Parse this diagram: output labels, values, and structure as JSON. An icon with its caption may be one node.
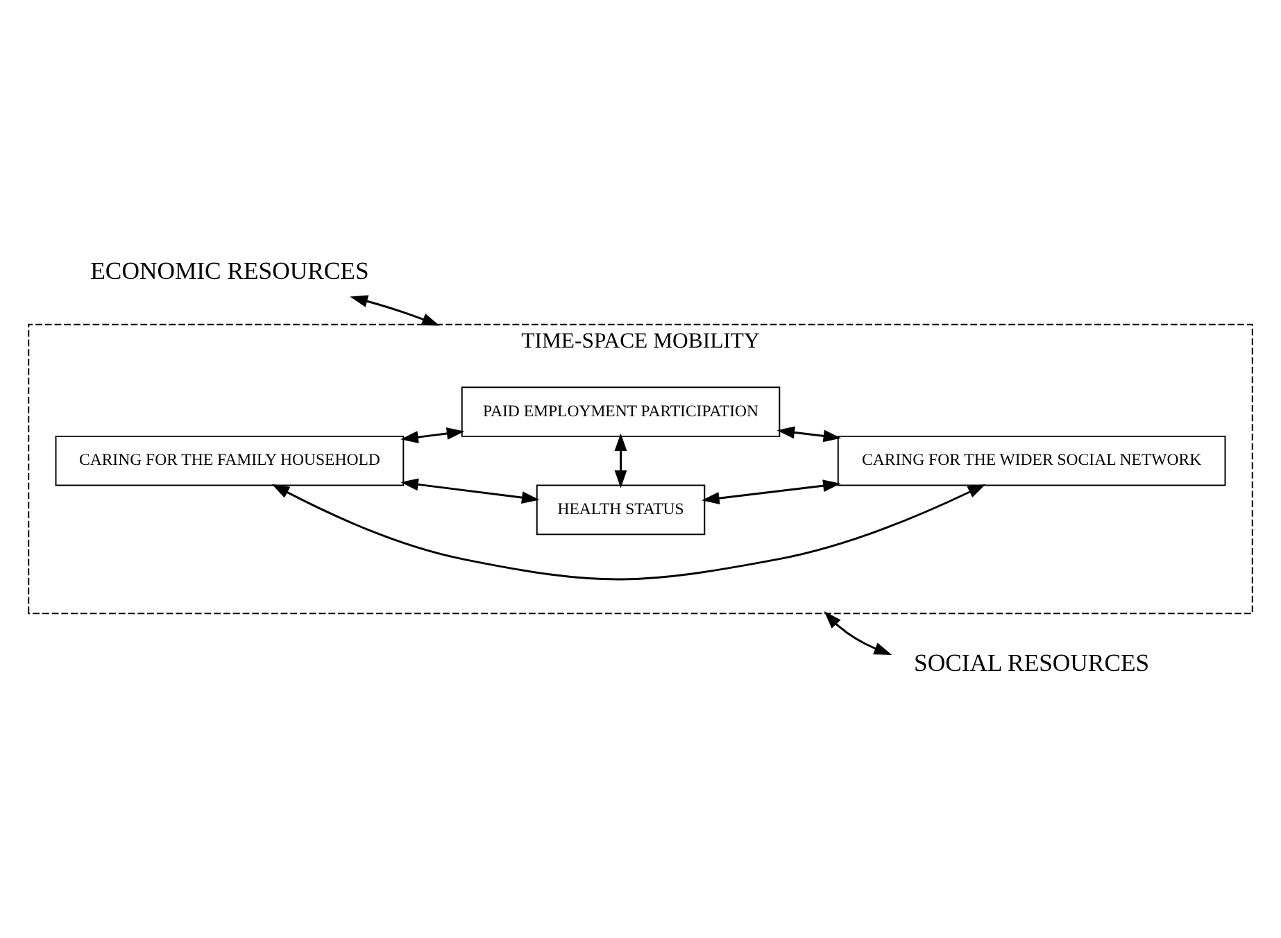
{
  "diagram": {
    "nodes": [
      {
        "text": [
          "ECONOMIC RESOURCES"
        ]
      },
      {
        "text": [
          "TIME-SPACE MOBILITY"
        ]
      },
      {
        "text": [
          "CARING FOR THE FAMILY HOUSEHOLD"
        ],
        "in": 1
      },
      {
        "text": [
          "CARING FOR THE WIDER SOCIAL NETWORK"
        ],
        "in": 1
      },
      {
        "text": [
          "PAID EMPLOYMENT PARTICIPATION"
        ],
        "in": 1
      },
      {
        "text": [
          "HEALTH STATUS"
        ],
        "in": 1
      },
      {
        "text": [
          "SOCIAL RESOURCES"
        ]
      }
    ],
    "edges": [
      {
        "from": 0,
        "to": 1,
        "arrow": "both"
      },
      {
        "from": 2,
        "to": 3,
        "arrow": "both"
      },
      {
        "from": 2,
        "to": 4,
        "arrow": "both"
      },
      {
        "from": 2,
        "to": 5,
        "arrow": "both"
      },
      {
        "from": 3,
        "to": 4,
        "arrow": "both"
      },
      {
        "from": 3,
        "to": 5,
        "arrow": "both"
      },
      {
        "from": 4,
        "to": 5,
        "arrow": "both"
      },
      {
        "from": 1,
        "to": 6,
        "arrow": "both"
      }
    ]
  }
}
